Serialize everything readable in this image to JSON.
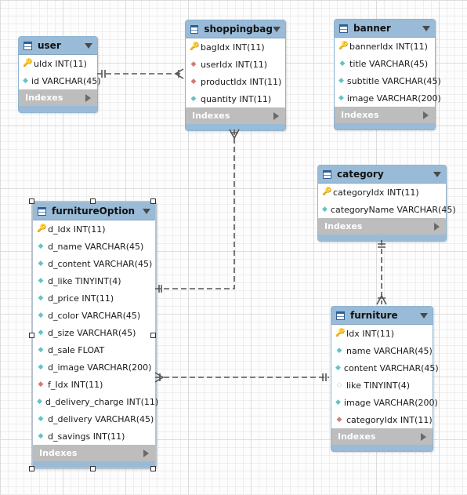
{
  "tables": [
    {
      "id": "user",
      "title": "user",
      "indexes_label": "Indexes",
      "columns": [
        {
          "name": "uIdx INT(11)",
          "icon": "key"
        },
        {
          "name": "id VARCHAR(45)",
          "icon": "column"
        }
      ]
    },
    {
      "id": "shoppingbag",
      "title": "shoppingbag",
      "indexes_label": "Indexes",
      "columns": [
        {
          "name": "bagIdx INT(11)",
          "icon": "key"
        },
        {
          "name": "userIdx INT(11)",
          "icon": "foreign-key"
        },
        {
          "name": "productIdx INT(11)",
          "icon": "foreign-key"
        },
        {
          "name": "quantity INT(11)",
          "icon": "column"
        }
      ]
    },
    {
      "id": "banner",
      "title": "banner",
      "indexes_label": "Indexes",
      "columns": [
        {
          "name": "bannerIdx INT(11)",
          "icon": "key"
        },
        {
          "name": "title VARCHAR(45)",
          "icon": "column"
        },
        {
          "name": "subtitle VARCHAR(45)",
          "icon": "column"
        },
        {
          "name": "image VARCHAR(200)",
          "icon": "column"
        }
      ]
    },
    {
      "id": "category",
      "title": "category",
      "indexes_label": "Indexes",
      "columns": [
        {
          "name": "categoryIdx INT(11)",
          "icon": "key"
        },
        {
          "name": "categoryName VARCHAR(45)",
          "icon": "column"
        }
      ]
    },
    {
      "id": "furnitureOption",
      "title": "furnitureOption",
      "indexes_label": "Indexes",
      "columns": [
        {
          "name": "d_Idx INT(11)",
          "icon": "key"
        },
        {
          "name": "d_name VARCHAR(45)",
          "icon": "column"
        },
        {
          "name": "d_content VARCHAR(45)",
          "icon": "column"
        },
        {
          "name": "d_like TINYINT(4)",
          "icon": "column"
        },
        {
          "name": "d_price INT(11)",
          "icon": "column"
        },
        {
          "name": "d_color VARCHAR(45)",
          "icon": "column"
        },
        {
          "name": "d_size VARCHAR(45)",
          "icon": "column"
        },
        {
          "name": "d_sale FLOAT",
          "icon": "column"
        },
        {
          "name": "d_image VARCHAR(200)",
          "icon": "column"
        },
        {
          "name": "f_Idx INT(11)",
          "icon": "foreign-key"
        },
        {
          "name": "d_delivery_charge INT(11)",
          "icon": "column"
        },
        {
          "name": "d_delivery VARCHAR(45)",
          "icon": "column"
        },
        {
          "name": "d_savings INT(11)",
          "icon": "column"
        }
      ]
    },
    {
      "id": "furniture",
      "title": "furniture",
      "indexes_label": "Indexes",
      "columns": [
        {
          "name": "Idx INT(11)",
          "icon": "key"
        },
        {
          "name": "name VARCHAR(45)",
          "icon": "column"
        },
        {
          "name": "content VARCHAR(45)",
          "icon": "column"
        },
        {
          "name": "like TINYINT(4)",
          "icon": "nullable-column"
        },
        {
          "name": "image VARCHAR(200)",
          "icon": "column"
        },
        {
          "name": "categoryIdx INT(11)",
          "icon": "foreign-key"
        }
      ]
    }
  ],
  "relationships": [
    {
      "from": "user",
      "to": "shoppingbag",
      "cardinality": "one-to-many"
    },
    {
      "from": "shoppingbag",
      "to": "furnitureOption",
      "cardinality": "many-to-one"
    },
    {
      "from": "category",
      "to": "furniture",
      "cardinality": "one-to-many"
    },
    {
      "from": "furnitureOption",
      "to": "furniture",
      "cardinality": "many-to-one"
    }
  ],
  "colors": {
    "header": "#99bbd8",
    "border": "#8fb4d1",
    "indexes_bar": "#bdbdbd",
    "line": "#555555"
  }
}
